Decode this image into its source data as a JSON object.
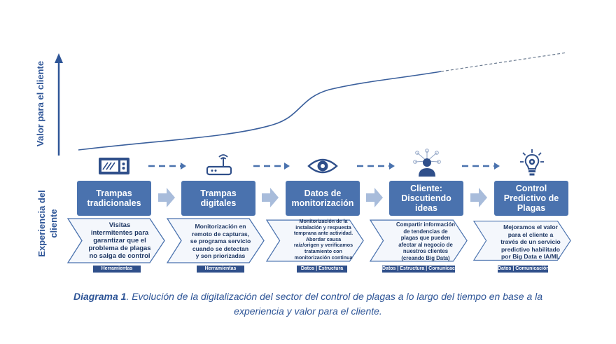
{
  "axis": {
    "y_label": "Valor para el cliente",
    "x_label_line1": "Experiencia del",
    "x_label_line2": "cliente"
  },
  "stages": [
    {
      "title": "Trampas\ntradicionales",
      "icon": "trap-device-icon",
      "description": "Visitas\nintermitentes para\ngarantizar que el\nproblema de plagas\nno salga de control",
      "tag": "Herramientas"
    },
    {
      "title": "Trampas\ndigitales",
      "icon": "router-icon",
      "description": "Monitorización en\nremoto de capturas,\nse programa servicio\ncuando se detectan\ny son priorizadas",
      "tag": "Herramientas"
    },
    {
      "title": "Datos de\nmonitorización",
      "icon": "eye-icon",
      "description": "Monitorización de  la\ninstalación y respuesta\ntemprana ante actividad.\nAbordar causa\nraíz/origen y verificamos\ntratamiento con\nmonitorización continua",
      "tag": "Datos | Estructura"
    },
    {
      "title": "Cliente:\nDiscutiendo\nideas",
      "icon": "user-network-icon",
      "description": "Compartir información\nde tendencias de\nplagas que pueden\nafectar al negocio de\nnuestros clientes\n(creando Big Data)",
      "tag": "Datos | Estructura | Comunicación"
    },
    {
      "title": "Control\nPredictivo de\nPlagas",
      "icon": "lightbulb-gear-icon",
      "description": "Mejoramos el valor\npara el cliente a\ntravés de un servicio\npredictivo habilitado\npor Big Data e IA/ML",
      "tag": "Datos | Comunicación"
    }
  ],
  "caption": {
    "label": "Diagrama 1",
    "text_line1": ". Evolución de la digitalización del sector del control de plagas a lo largo del tiempo en base a la",
    "text_line2": "experiencia y valor para el cliente."
  },
  "colors": {
    "primary": "#4a72ae",
    "dark": "#2f4f8a",
    "text": "#1f3864",
    "arrow_light": "#a8bcdb",
    "chevron_fill": "#eef2f9"
  }
}
